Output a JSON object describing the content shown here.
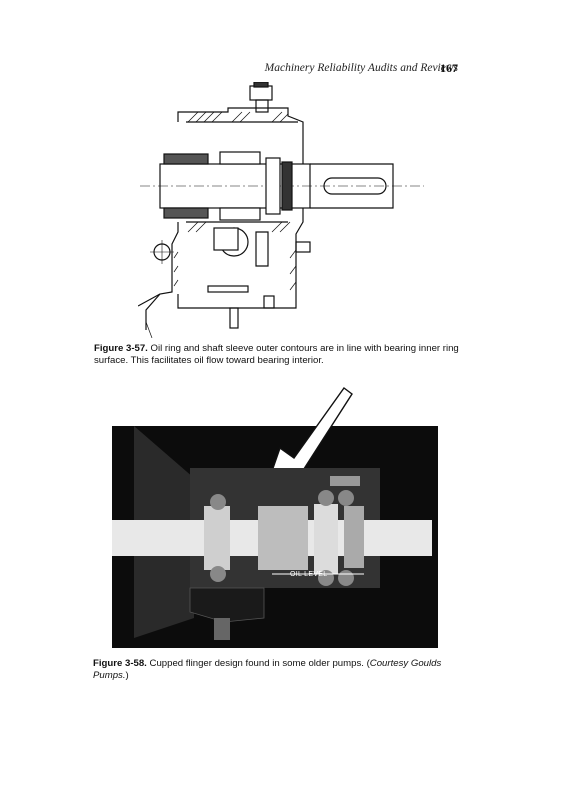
{
  "header": {
    "running_title": "Machinery Reliability Audits and Reviews",
    "page_number": "167"
  },
  "figure_57": {
    "label": "Figure 3-57.",
    "text": "Oil ring and shaft sleeve outer contours are in line with bearing inner ring surface. This facilitates oil flow toward bearing interior."
  },
  "figure_58": {
    "label": "Figure 3-58.",
    "text": "Cupped flinger design found in some older pumps. (",
    "credit": "Courtesy Goulds Pumps.",
    "close": ")",
    "oil_label": "OIL LEVEL"
  }
}
